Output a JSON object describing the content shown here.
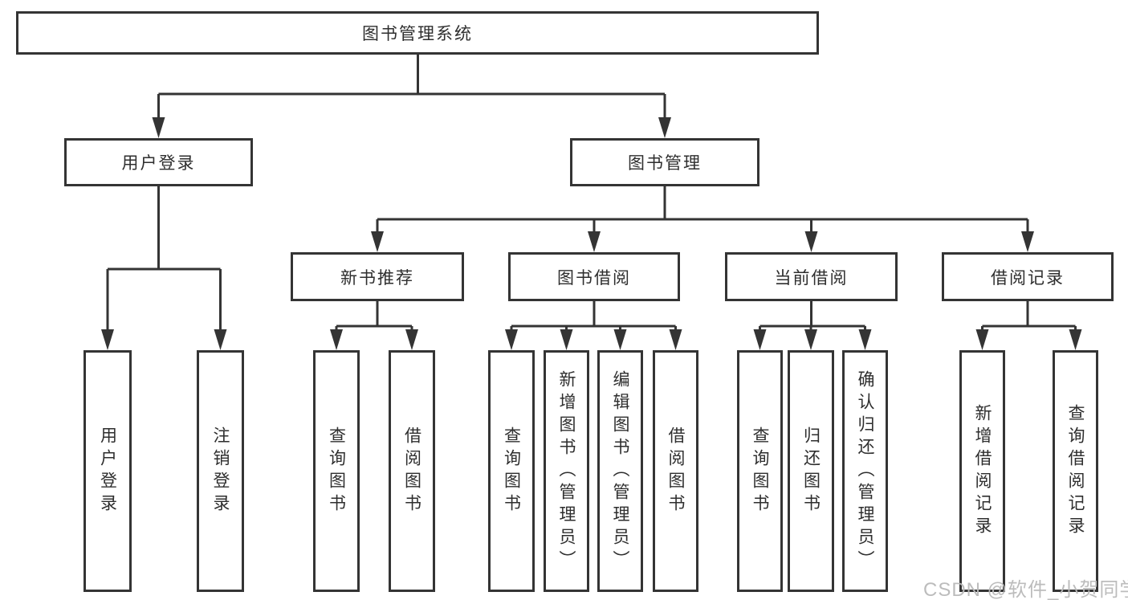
{
  "tree": {
    "root": {
      "label": "图书管理系统"
    },
    "children": [
      {
        "label": "用户登录",
        "children": [
          {
            "label": "用户登录"
          },
          {
            "label": "注销登录"
          }
        ]
      },
      {
        "label": "图书管理",
        "children": [
          {
            "label": "新书推荐",
            "children": [
              {
                "label": "查询图书"
              },
              {
                "label": "借阅图书"
              }
            ]
          },
          {
            "label": "图书借阅",
            "children": [
              {
                "label": "查询图书"
              },
              {
                "label": "新增图书（管理员）"
              },
              {
                "label": "编辑图书（管理员）"
              },
              {
                "label": "借阅图书"
              }
            ]
          },
          {
            "label": "当前借阅",
            "children": [
              {
                "label": "查询图书"
              },
              {
                "label": "归还图书"
              },
              {
                "label": "确认归还（管理员）"
              }
            ]
          },
          {
            "label": "借阅记录",
            "children": [
              {
                "label": "新增借阅记录"
              },
              {
                "label": "查询借阅记录"
              }
            ]
          }
        ]
      }
    ]
  },
  "watermark": {
    "text": "CSDN @软件_小贺同学"
  },
  "colors": {
    "line": "#343434",
    "text": "#2e2e2e",
    "background": "#ffffff",
    "watermark": "#b9b9b9"
  }
}
